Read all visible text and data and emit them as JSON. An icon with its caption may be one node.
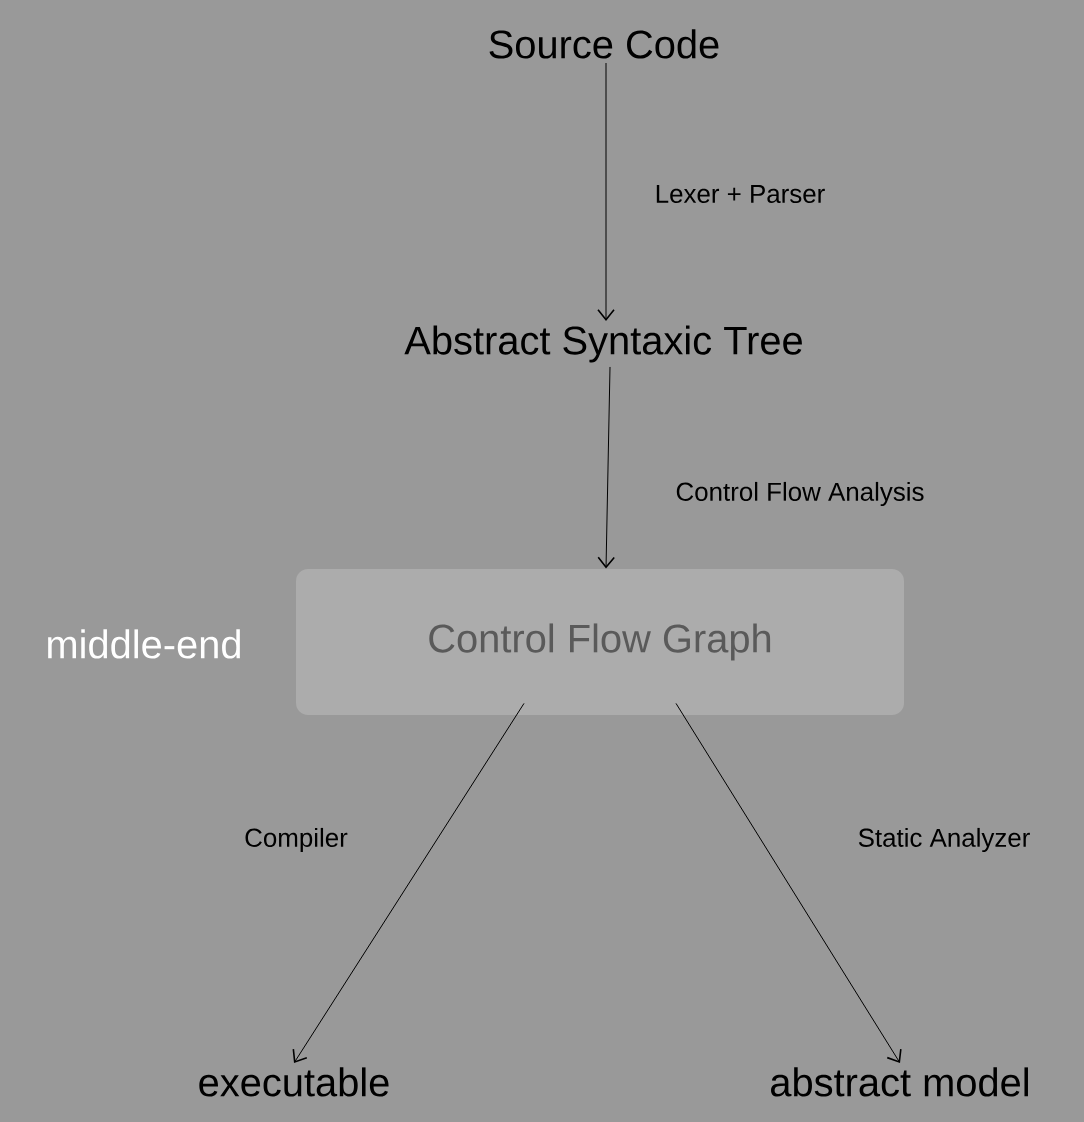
{
  "diagram": {
    "nodes": [
      {
        "text": [
          "Source Code"
        ]
      },
      {
        "text": [
          "Abstract Syntaxic Tree"
        ]
      },
      {
        "text": [
          "Control Flow Graph"
        ],
        "beside": [
          "middle-end"
        ]
      },
      {
        "text": [
          "executable"
        ]
      },
      {
        "text": [
          "abstract model"
        ]
      }
    ],
    "edges": [
      {
        "from": 0,
        "to": 1,
        "arrow": "to",
        "label": "Lexer + Parser"
      },
      {
        "from": 1,
        "to": 2,
        "arrow": "to",
        "label": "Control Flow Analysis"
      },
      {
        "from": 2,
        "to": 3,
        "arrow": "to",
        "label": "Compiler"
      },
      {
        "from": 2,
        "to": 4,
        "arrow": "to",
        "label": "Static Analyzer"
      }
    ]
  }
}
